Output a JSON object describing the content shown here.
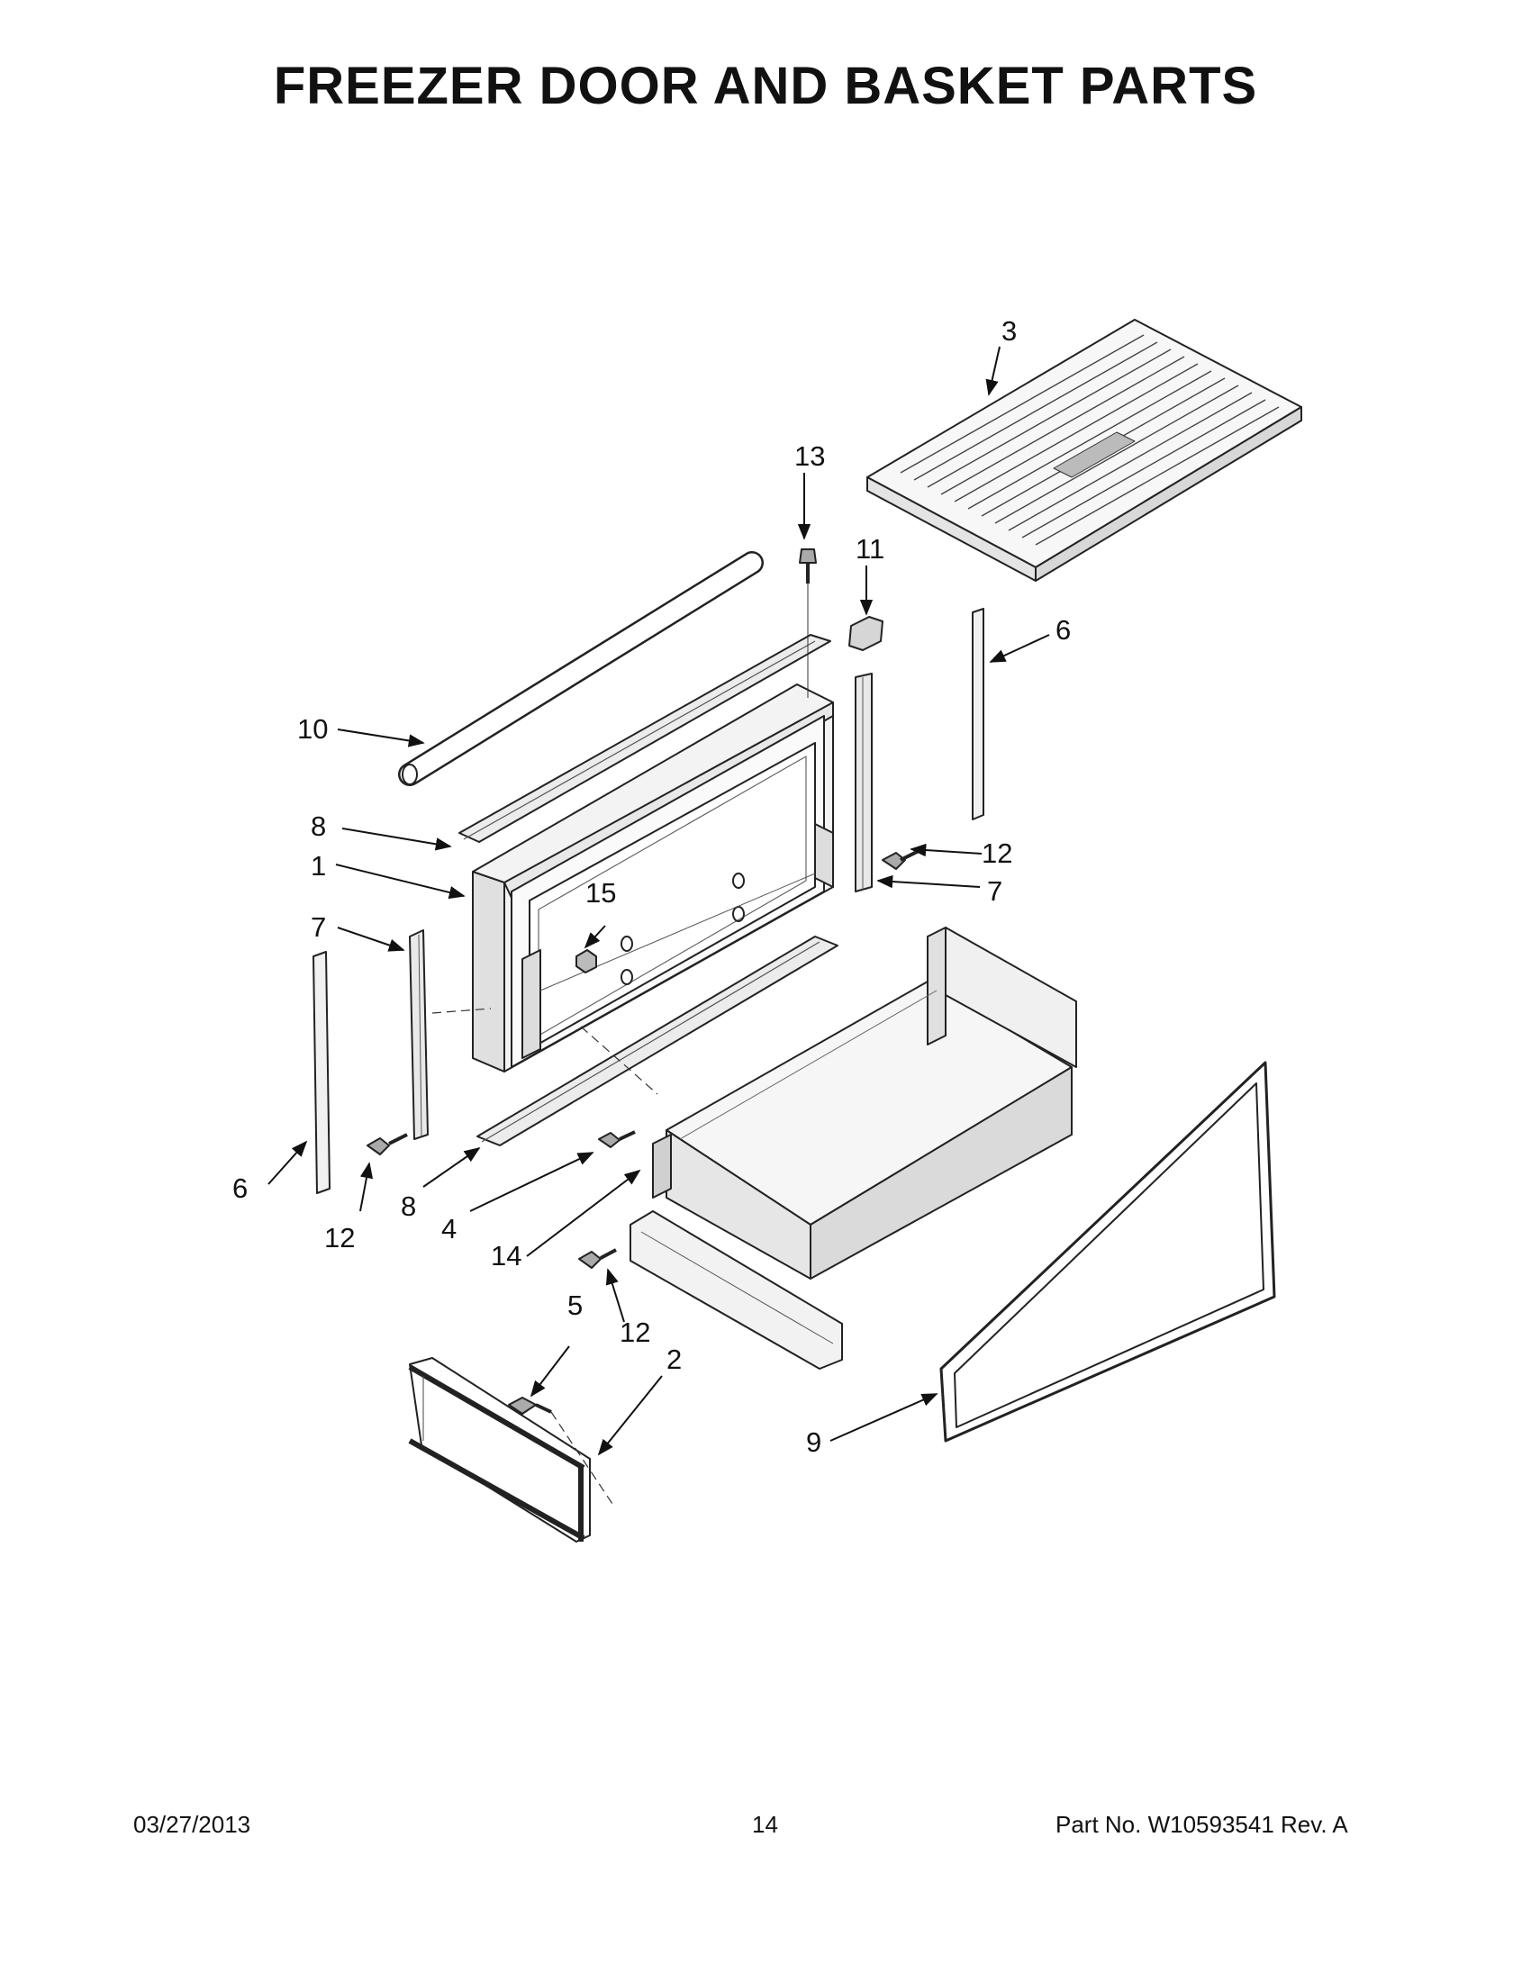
{
  "page": {
    "title": "FREEZER DOOR AND BASKET PARTS",
    "footer": {
      "date": "03/27/2013",
      "page_number": "14",
      "part_number": "Part No.  W10593541  Rev.  A"
    }
  },
  "callouts": [
    "1",
    "2",
    "3",
    "4",
    "5",
    "6",
    "7",
    "8",
    "9",
    "10",
    "11",
    "12",
    "13",
    "14",
    "15"
  ]
}
